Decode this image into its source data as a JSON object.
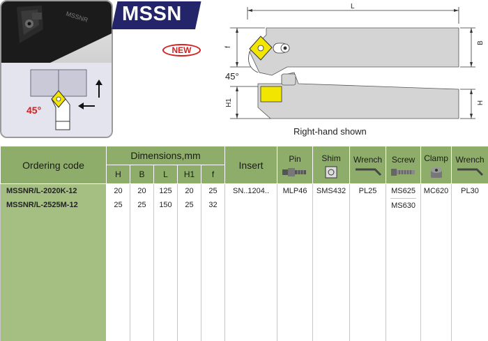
{
  "product": {
    "title": "MSSN",
    "badge": "NEW"
  },
  "drawing": {
    "dim_L": "L",
    "dim_B": "B",
    "dim_f": "f",
    "dim_H1": "H1",
    "dim_H": "H",
    "angle_top": "45°",
    "angle_panel": "45°",
    "caption": "Right-hand shown"
  },
  "table": {
    "ordering_code_header": "Ordering code",
    "dimensions_header": "Dimensions,mm",
    "dim_columns": [
      "H",
      "B",
      "L",
      "H1",
      "f"
    ],
    "insert_header": "Insert",
    "accessories": [
      {
        "label": "Pin",
        "icon": "pin-icon"
      },
      {
        "label": "Shim",
        "icon": "shim-icon"
      },
      {
        "label": "Wrench",
        "icon": "wrench-icon"
      },
      {
        "label": "Screw",
        "icon": "screw-icon"
      },
      {
        "label": "Clamp",
        "icon": "clamp-icon"
      },
      {
        "label": "Wrench",
        "icon": "wrench-icon"
      }
    ],
    "rows": [
      {
        "code": "MSSNR/L-2020K-12",
        "H": "20",
        "B": "20",
        "L": "125",
        "H1": "20",
        "f": "25"
      },
      {
        "code": "MSSNR/L-2525M-12",
        "H": "25",
        "B": "25",
        "L": "150",
        "H1": "25",
        "f": "32"
      }
    ],
    "shared": {
      "insert": "SN..1204..",
      "pin": "MLP46",
      "shim": "SMS432",
      "wrench1": "PL25",
      "screw": [
        "MS625",
        "MS630"
      ],
      "clamp": "MC620",
      "wrench2": "PL30"
    }
  },
  "colors": {
    "header_green": "#8fad6a",
    "code_green": "#a5bf82",
    "banner_navy": "#24246a",
    "insert_yellow": "#f2e600",
    "badge_red": "#d32020"
  }
}
